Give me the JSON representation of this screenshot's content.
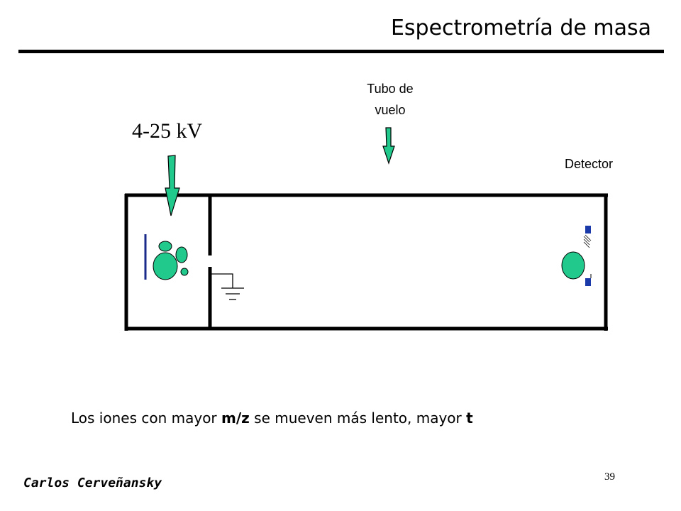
{
  "title": "Espectrometría de masa",
  "labels": {
    "tube_line1": "Tubo de",
    "tube_line2": "vuelo",
    "detector": "Detector",
    "voltage": "4-25 kV"
  },
  "caption": {
    "part1": "Los iones con mayor ",
    "mz": "m/z",
    "part2": " se mueven más lento, mayor ",
    "t": "t"
  },
  "author": "Carlos Cerveñansky",
  "page_number": "39",
  "colors": {
    "arrow_fill": "#22c98d",
    "ion_fill": "#22c98d",
    "repeller": "#1a2a8a",
    "detector": "#1a3aaa",
    "frame": "#000000"
  },
  "icons": {
    "ground": "ground-symbol-icon",
    "arrow": "down-arrow-icon"
  }
}
